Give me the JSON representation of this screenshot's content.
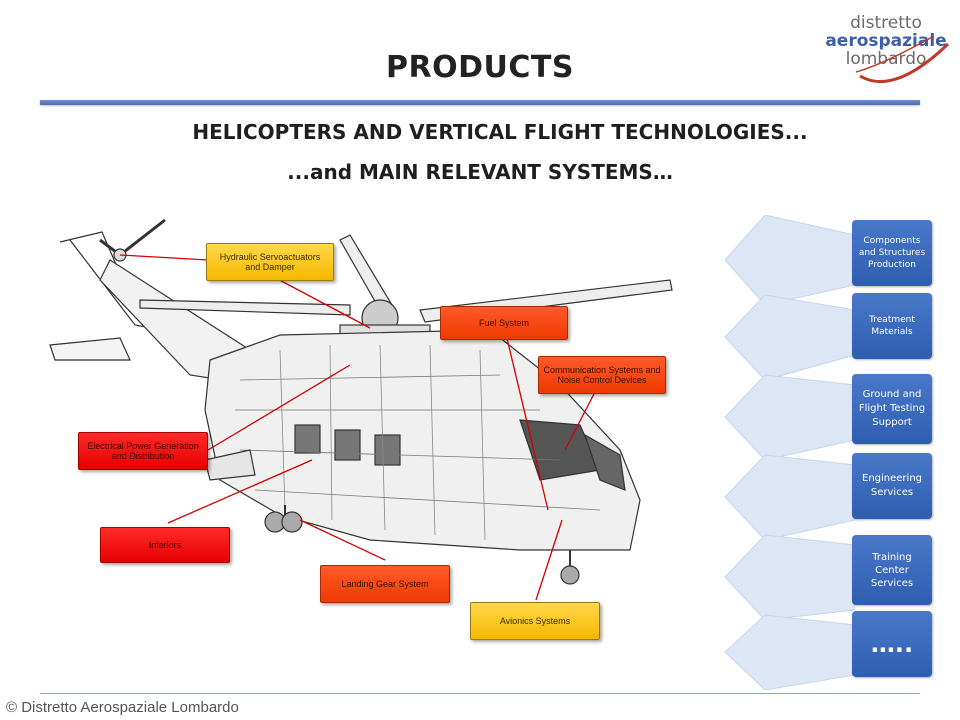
{
  "logo": {
    "line1": "distretto",
    "line2": "aerospaziale",
    "line3": "lombardo",
    "text_color": "#6b6b6b",
    "accent_color": "#c0392b",
    "blue_color": "#3d5ea8"
  },
  "title": "PRODUCTS",
  "subtitle1": "HELICOPTERS AND VERTICAL FLIGHT TECHNOLOGIES...",
  "subtitle2": "...and MAIN RELEVANT SYSTEMS…",
  "callouts": {
    "hydraulic": "Hydraulic Servoactuators and Damper",
    "fuel": "Fuel System",
    "communication": "Communication Systems and Noise Control Devices",
    "electrical": "Electrical Power Generation and Distribution",
    "interiors": "Interiors",
    "landing": "Landing Gear System",
    "avionics": "Avionics Systems"
  },
  "sidebar": {
    "items": [
      {
        "label": "Components and Structures Production"
      },
      {
        "label": "Treatment Materials"
      },
      {
        "label": "Ground and Flight Testing Support"
      },
      {
        "label": "Engineering Services"
      },
      {
        "label": "Training Center Services"
      },
      {
        "label": "….."
      }
    ]
  },
  "footer": "© Distretto Aerospaziale Lombardo"
}
